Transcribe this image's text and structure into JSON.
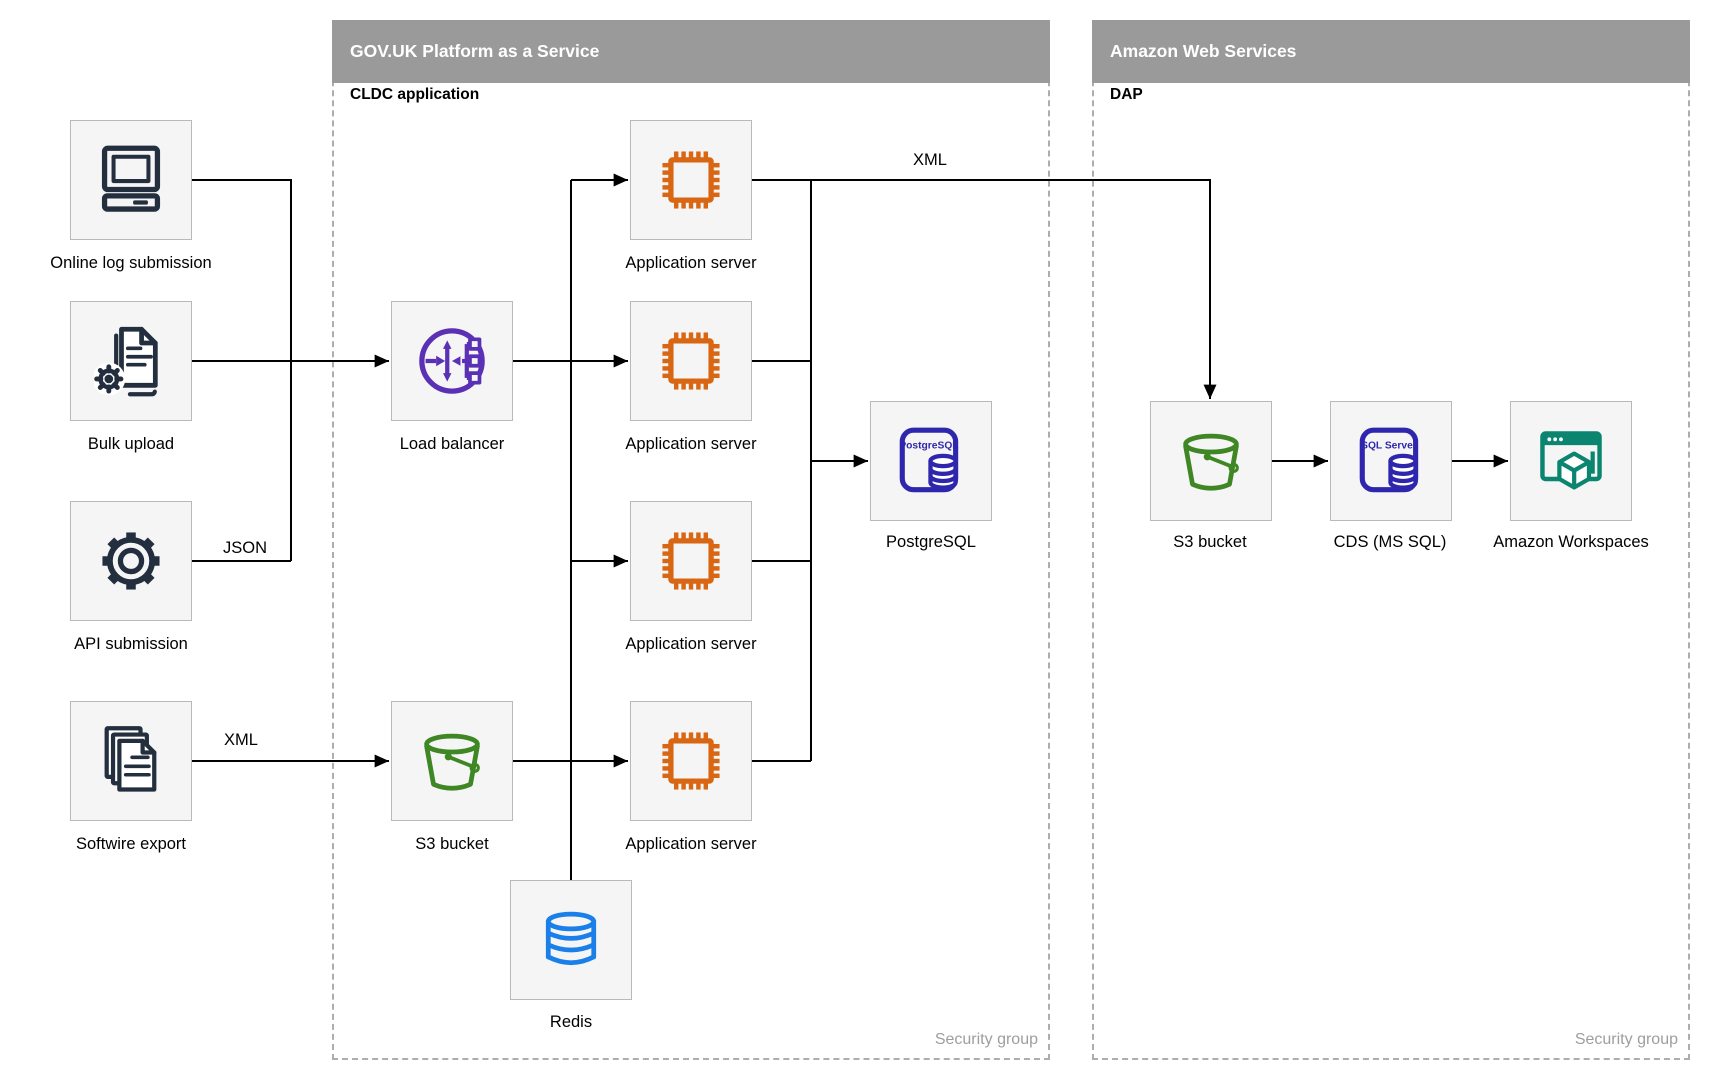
{
  "sources": {
    "online": {
      "label": "Online log submission"
    },
    "bulk": {
      "label": "Bulk upload"
    },
    "api": {
      "label": "API submission"
    },
    "softwire": {
      "label": "Softwire export"
    }
  },
  "paas": {
    "title": "GOV.UK Platform as a Service",
    "subtitle": "CLDC application",
    "security_label": "Security group",
    "nodes": {
      "load_balancer": {
        "label": "Load balancer"
      },
      "app_server_1": {
        "label": "Application server"
      },
      "app_server_2": {
        "label": "Application server"
      },
      "app_server_3": {
        "label": "Application server"
      },
      "app_server_4": {
        "label": "Application server"
      },
      "s3_bucket": {
        "label": "S3 bucket"
      },
      "postgresql": {
        "label": "PostgreSQL",
        "icon_text": "PostgreSQL"
      },
      "redis": {
        "label": "Redis"
      }
    }
  },
  "aws": {
    "title": "Amazon Web Services",
    "subtitle": "DAP",
    "security_label": "Security group",
    "nodes": {
      "s3_bucket": {
        "label": "S3 bucket"
      },
      "cds": {
        "label": "CDS (MS SQL)",
        "icon_text": "SQL Server"
      },
      "workspaces": {
        "label": "Amazon Workspaces"
      }
    }
  },
  "edge_labels": {
    "json": "JSON",
    "xml_export": "XML",
    "xml_transfer": "XML"
  },
  "colors": {
    "header_gray": "#9A9A9A",
    "dashed_border": "#ADADAD",
    "node_fill": "#F5F5F5",
    "node_border": "#B9B9B9",
    "line_black": "#000000",
    "icon_dark_navy": "#232F3E",
    "icon_orange": "#D86613",
    "icon_purple": "#5A30B5",
    "icon_green": "#3F8624",
    "icon_blue": "#1A7FE8",
    "icon_indigo": "#2E27AD",
    "icon_teal": "#0B8570",
    "security_text": "#9E9E9E"
  }
}
